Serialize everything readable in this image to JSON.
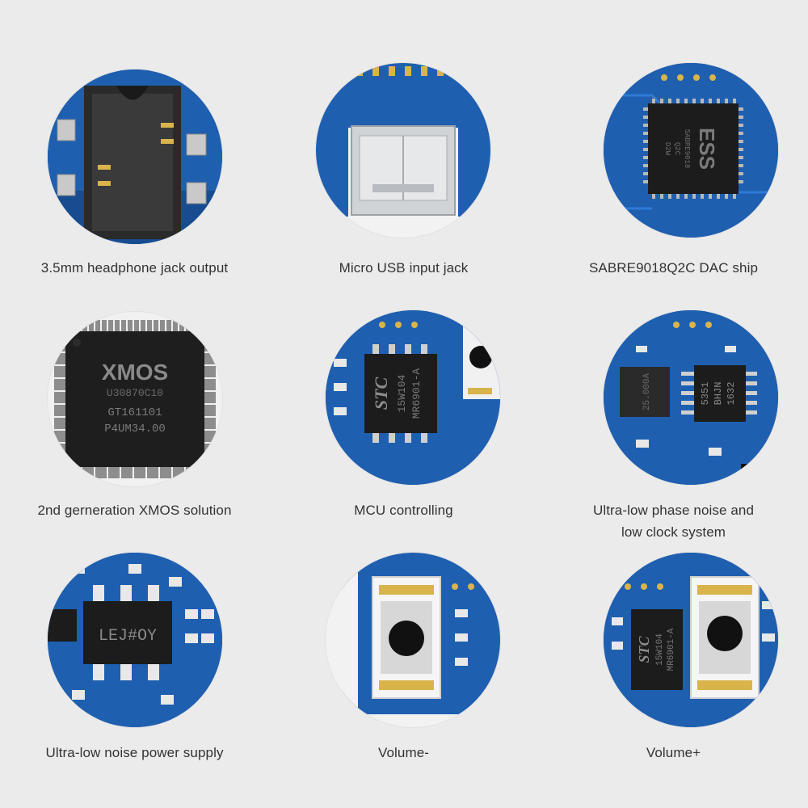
{
  "colors": {
    "background": "#ebebeb",
    "pcb_blue": "#1f5fb0",
    "pcb_dark": "#174c91",
    "trace": "#2e7ad6",
    "chip_black": "#1c1c1c",
    "gold": "#d9b44a",
    "caption_text": "#333333"
  },
  "items": [
    {
      "caption": "3.5mm headphone jack output",
      "icon": "headphone-jack-photo"
    },
    {
      "caption": "Micro USB input jack",
      "icon": "micro-usb-photo"
    },
    {
      "caption": "SABRE9018Q2C DAC ship",
      "icon": "dac-chip-photo",
      "chip_text": [
        "ESS",
        "SABRE9018",
        "Q2C",
        "D2W"
      ]
    },
    {
      "caption": "2nd gerneration XMOS solution",
      "icon": "xmos-chip-photo",
      "chip_text": [
        "XMOS",
        "U30870C10",
        "GT161101",
        "P4UM34.00"
      ]
    },
    {
      "caption": "MCU controlling",
      "icon": "mcu-chip-photo",
      "chip_text": [
        "STC",
        "15W104",
        "MR6901-A"
      ]
    },
    {
      "caption_lines": [
        "Ultra-low phase noise and",
        "low clock system"
      ],
      "icon": "clock-chips-photo",
      "chip_text": [
        "25.000A",
        "5351",
        "BHJN",
        "1632"
      ]
    },
    {
      "caption": "Ultra-low noise power supply",
      "icon": "power-regulator-photo",
      "chip_text": [
        "LEJ#OY"
      ]
    },
    {
      "caption": "Volume-",
      "icon": "volume-down-button-photo"
    },
    {
      "caption": "Volume+",
      "icon": "volume-up-button-photo",
      "chip_text": [
        "STC",
        "15W104",
        "MR6901-A"
      ]
    }
  ]
}
